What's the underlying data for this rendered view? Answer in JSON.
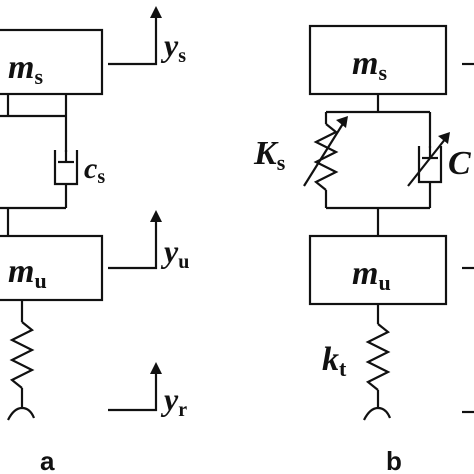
{
  "panel_a": {
    "label": "a",
    "sprung_mass": {
      "sym": "m",
      "sub": "s"
    },
    "unsprung_mass": {
      "sym": "m",
      "sub": "u"
    },
    "damper": {
      "sym": "c",
      "sub": "s"
    },
    "disp_sprung": {
      "sym": "y",
      "sub": "s"
    },
    "disp_unsprung": {
      "sym": "y",
      "sub": "u"
    },
    "disp_road": {
      "sym": "y",
      "sub": "r"
    }
  },
  "panel_b": {
    "label": "b",
    "sprung_mass": {
      "sym": "m",
      "sub": "s"
    },
    "unsprung_mass": {
      "sym": "m",
      "sub": "u"
    },
    "variable_spring": {
      "sym": "K",
      "sub": "s"
    },
    "variable_damper": {
      "sym": "C",
      "sub": ""
    },
    "tire_spring": {
      "sym": "k",
      "sub": "t"
    }
  }
}
